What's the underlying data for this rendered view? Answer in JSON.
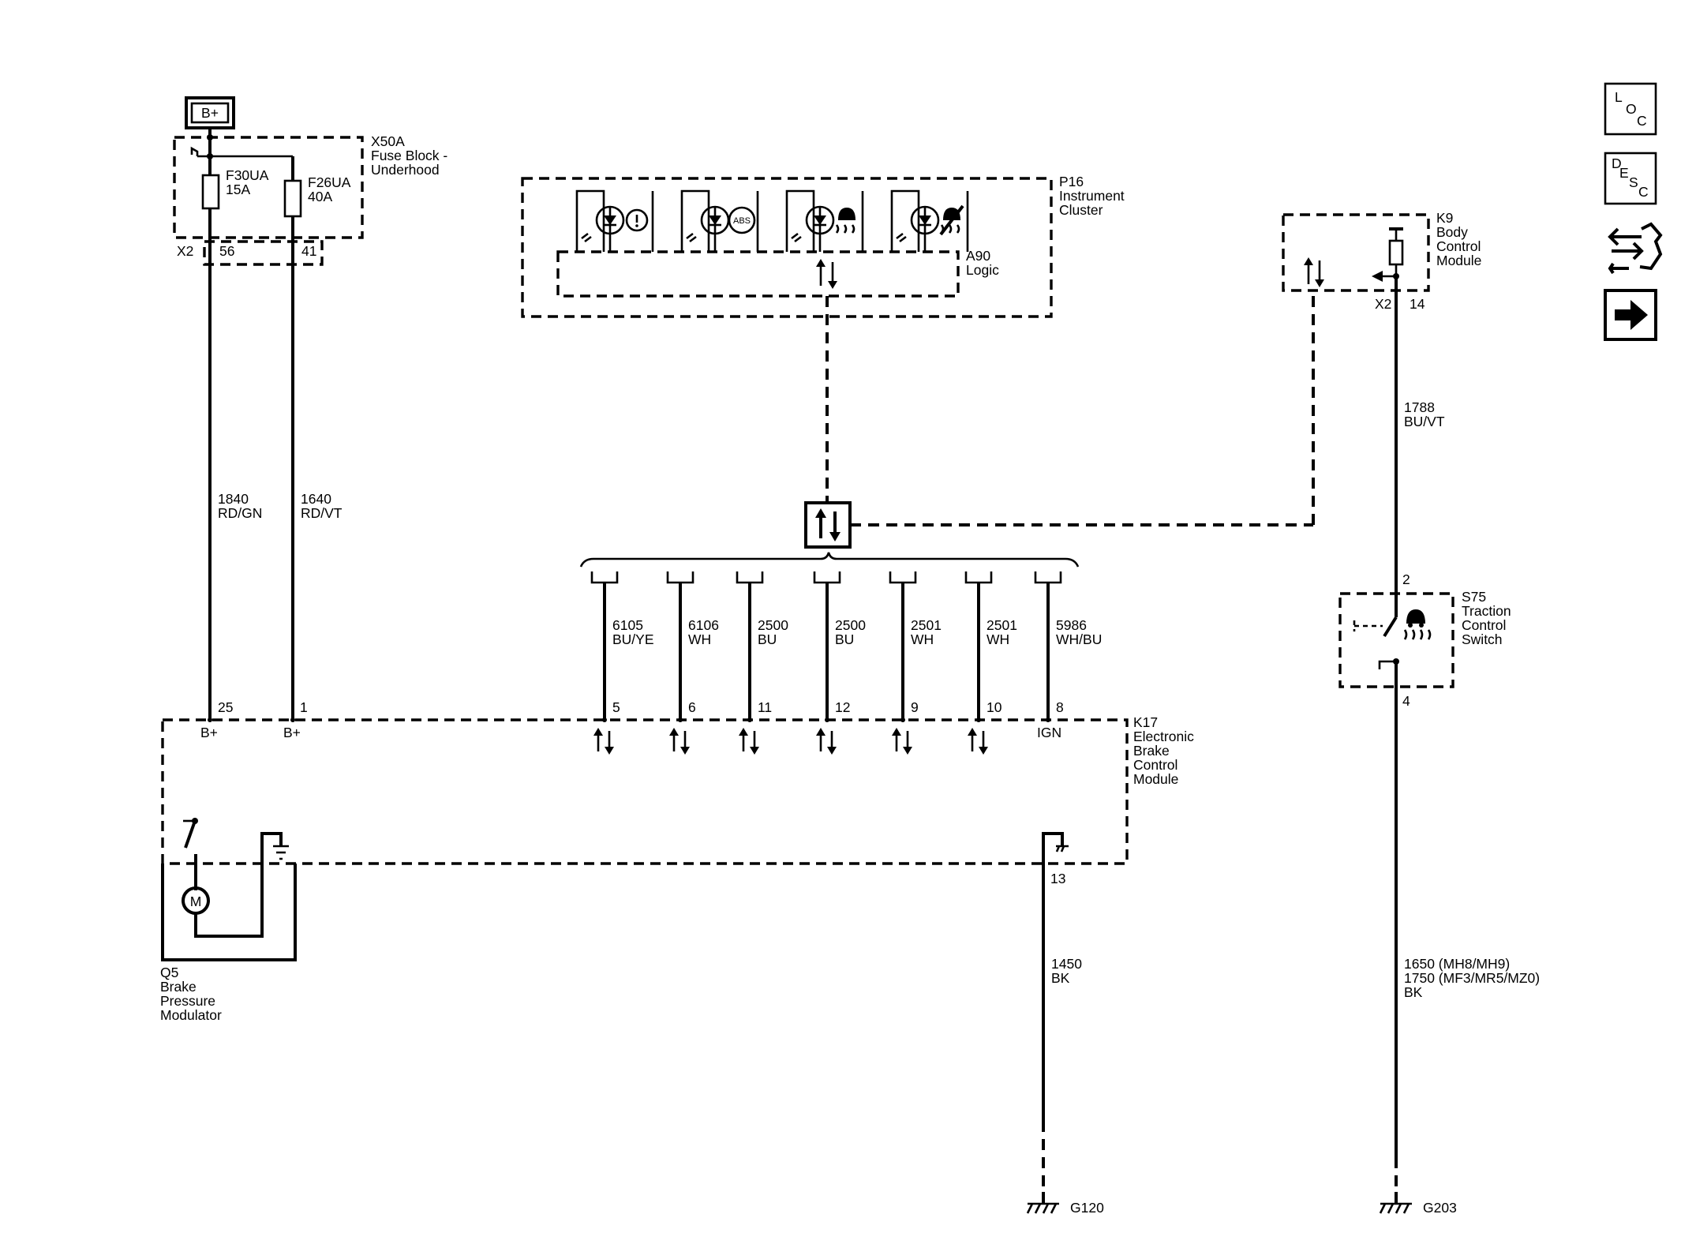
{
  "battery": {
    "label": "B+"
  },
  "fuse_block": {
    "name": "X50A",
    "desc1": "Fuse Block -",
    "desc2": "Underhood",
    "connector": "X2",
    "fuses": [
      {
        "name": "F30UA",
        "rating": "15A",
        "pin": "56"
      },
      {
        "name": "F26UA",
        "rating": "40A",
        "pin": "41"
      }
    ]
  },
  "instrument_cluster": {
    "name": "P16",
    "desc1": "Instrument",
    "desc2": "Cluster",
    "logic_name": "A90",
    "logic_desc": "Logic",
    "indicators": [
      "brake-warning-indicator",
      "abs-indicator",
      "traction-control-indicator",
      "traction-control-off-indicator"
    ],
    "abs_text": "ABS"
  },
  "bcm": {
    "name": "K9",
    "desc1": "Body",
    "desc2": "Control",
    "desc3": "Module",
    "connector": "X2",
    "pin": "14"
  },
  "wire_1788": {
    "circuit": "1788",
    "color": "BU/VT"
  },
  "wire_1840": {
    "circuit": "1840",
    "color": "RD/GN",
    "pin": "25",
    "pin_label": "B+"
  },
  "wire_1640": {
    "circuit": "1640",
    "color": "RD/VT",
    "pin": "1",
    "pin_label": "B+"
  },
  "bus_wires": [
    {
      "circuit": "6105",
      "color": "BU/YE",
      "pin": "5"
    },
    {
      "circuit": "6106",
      "color": "WH",
      "pin": "6"
    },
    {
      "circuit": "2500",
      "color": "BU",
      "pin": "11"
    },
    {
      "circuit": "2500",
      "color": "BU",
      "pin": "12"
    },
    {
      "circuit": "2501",
      "color": "WH",
      "pin": "9"
    },
    {
      "circuit": "2501",
      "color": "WH",
      "pin": "10"
    },
    {
      "circuit": "5986",
      "color": "WH/BU",
      "pin": "8",
      "pin_label": "IGN"
    }
  ],
  "ebcm": {
    "name": "K17",
    "desc1": "Electronic",
    "desc2": "Brake",
    "desc3": "Control",
    "desc4": "Module",
    "ground_pin": "13"
  },
  "modulator": {
    "name": "Q5",
    "desc1": "Brake",
    "desc2": "Pressure",
    "desc3": "Modulator",
    "motor": "M"
  },
  "traction_switch": {
    "name": "S75",
    "desc1": "Traction",
    "desc2": "Control",
    "desc3": "Switch",
    "pin_top": "2",
    "pin_bottom": "4"
  },
  "wire_1450": {
    "circuit": "1450",
    "color": "BK",
    "ground": "G120"
  },
  "wire_ground_g203": {
    "line1": "1650 (MH8/MH9)",
    "line2": "1750 (MF3/MR5/MZ0)",
    "color": "BK",
    "ground": "G203"
  },
  "nav_buttons": [
    {
      "name": "loc-button",
      "letters": [
        "L",
        "O",
        "C"
      ]
    },
    {
      "name": "desc-button",
      "letters": [
        "D",
        "E",
        "S",
        "C"
      ]
    },
    {
      "name": "connector-repair-icon"
    },
    {
      "name": "next-arrow-button"
    }
  ]
}
